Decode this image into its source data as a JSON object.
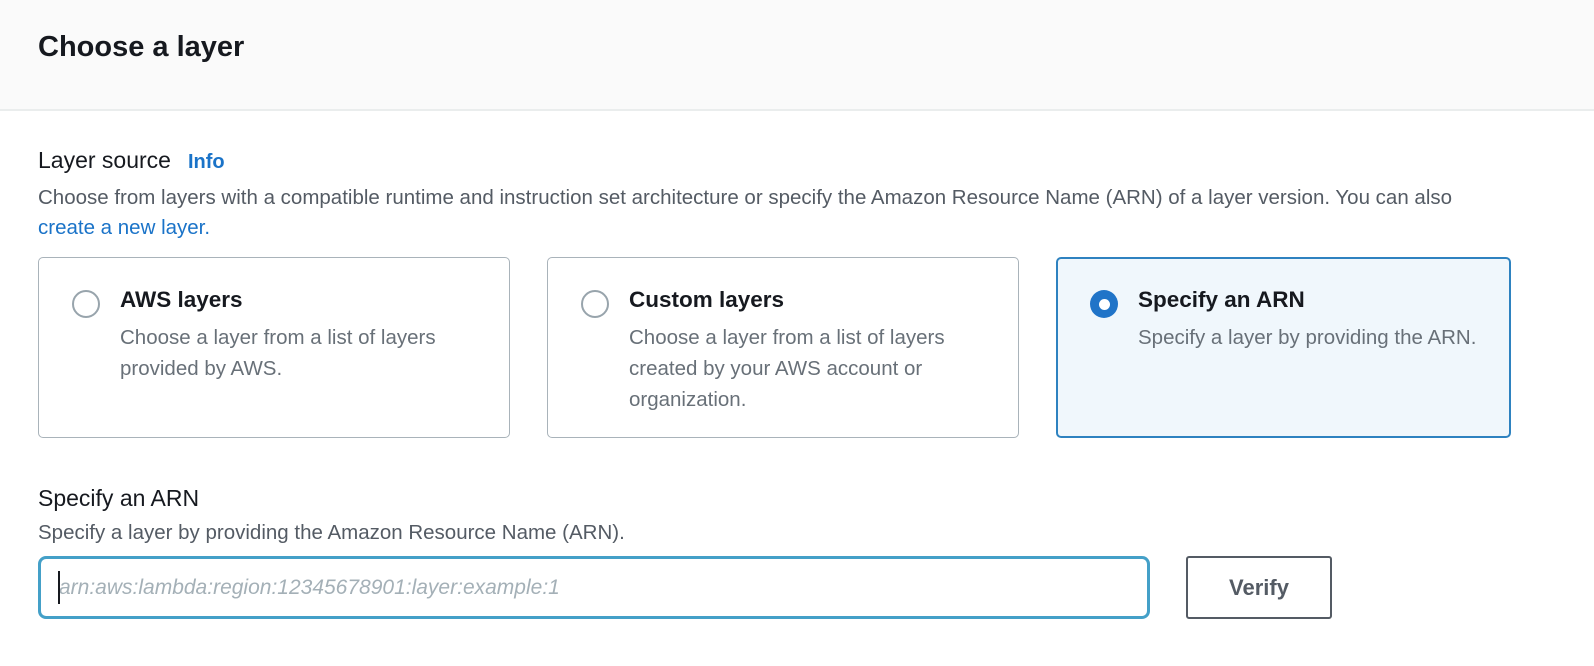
{
  "header": {
    "title": "Choose a layer"
  },
  "layer_source": {
    "label": "Layer source",
    "info_label": "Info",
    "description": "Choose from layers with a compatible runtime and instruction set architecture or specify the Amazon Resource Name (ARN) of a layer version. You can also",
    "create_link_label": "create a new layer.",
    "options": [
      {
        "title": "AWS layers",
        "description": "Choose a layer from a list of layers provided by AWS.",
        "selected": false
      },
      {
        "title": "Custom layers",
        "description": "Choose a layer from a list of layers created by your AWS account or organization.",
        "selected": false
      },
      {
        "title": "Specify an ARN",
        "description": "Specify a layer by providing the ARN.",
        "selected": true
      }
    ]
  },
  "arn_section": {
    "heading": "Specify an ARN",
    "description": "Specify a layer by providing the Amazon Resource Name (ARN).",
    "input": {
      "value": "",
      "placeholder": "arn:aws:lambda:region:12345678901:layer:example:1"
    },
    "verify_button_label": "Verify"
  },
  "colors": {
    "link_blue": "#1a73c8",
    "radio_selected_blue": "#2074c8",
    "selected_card_border": "#2e82c0",
    "selected_card_bg": "#f0f7fc",
    "input_focus_border": "#44a0c8",
    "heading_text": "#16191f",
    "body_text": "#545b64",
    "button_gray": "#545b64",
    "header_bg": "#fafafa",
    "divider": "#eaeded"
  }
}
